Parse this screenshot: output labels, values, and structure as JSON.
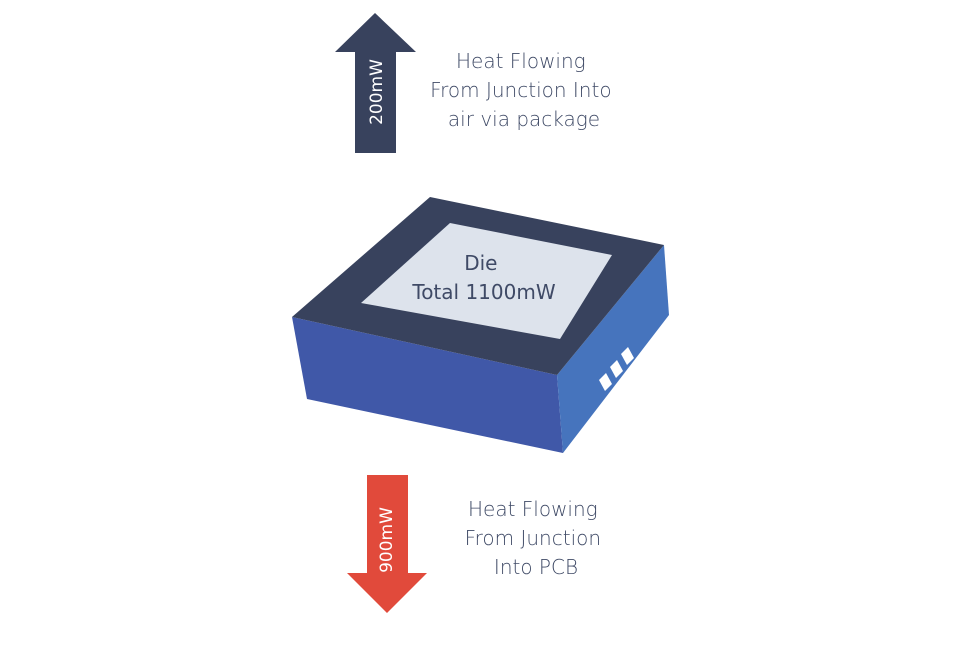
{
  "colors": {
    "package_top": "#38425d",
    "die": "#dde3ec",
    "front_face": "#4058a8",
    "right_face": "#4674bd",
    "arrow_up": "#38425d",
    "arrow_down": "#e14a3b",
    "text": "#3f4a66",
    "pins": "#ffffff"
  },
  "top_arrow": {
    "label": "200mW",
    "caption": [
      "Heat Flowing",
      "From Junction Into",
      "air via package"
    ]
  },
  "bottom_arrow": {
    "label": "900mW",
    "caption": [
      "Heat Flowing",
      "From Junction",
      "Into PCB"
    ]
  },
  "die": {
    "name": "Die",
    "total": "Total 1100mW"
  }
}
